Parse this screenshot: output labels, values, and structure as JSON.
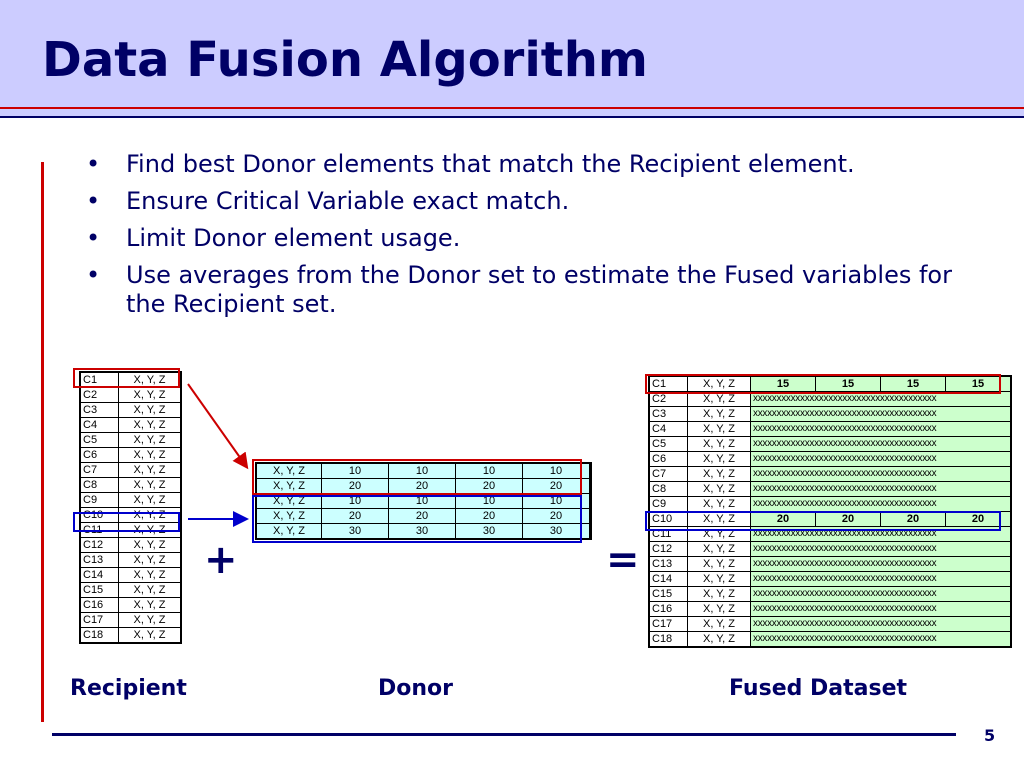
{
  "title": "Data Fusion Algorithm",
  "bullets": [
    "Find best Donor elements that match the Recipient element.",
    "Ensure Critical Variable exact match.",
    "Limit Donor element usage.",
    "Use averages from the Donor set to estimate the Fused variables for the Recipient set."
  ],
  "bullet_glyph": "•",
  "recipient": {
    "rows": [
      [
        "C1",
        "X, Y, Z"
      ],
      [
        "C2",
        "X, Y, Z"
      ],
      [
        "C3",
        "X, Y, Z"
      ],
      [
        "C4",
        "X, Y, Z"
      ],
      [
        "C5",
        "X, Y, Z"
      ],
      [
        "C6",
        "X, Y, Z"
      ],
      [
        "C7",
        "X, Y, Z"
      ],
      [
        "C8",
        "X, Y, Z"
      ],
      [
        "C9",
        "X, Y, Z"
      ],
      [
        "C10",
        "X, Y, Z"
      ],
      [
        "C11",
        "X, Y, Z"
      ],
      [
        "C12",
        "X, Y, Z"
      ],
      [
        "C13",
        "X, Y, Z"
      ],
      [
        "C14",
        "X, Y, Z"
      ],
      [
        "C15",
        "X, Y, Z"
      ],
      [
        "C16",
        "X, Y, Z"
      ],
      [
        "C17",
        "X, Y, Z"
      ],
      [
        "C18",
        "X, Y, Z"
      ]
    ]
  },
  "donor": {
    "rows": [
      [
        "X, Y, Z",
        "10",
        "10",
        "10",
        "10"
      ],
      [
        "X, Y, Z",
        "20",
        "20",
        "20",
        "20"
      ],
      [
        "X, Y, Z",
        "10",
        "10",
        "10",
        "10"
      ],
      [
        "X, Y, Z",
        "20",
        "20",
        "20",
        "20"
      ],
      [
        "X, Y, Z",
        "30",
        "30",
        "30",
        "30"
      ]
    ]
  },
  "fused": {
    "placeholder": "xxxxxxxxxxxxxxxxxxxxxxxxxxxxxxxxxxxxxxx",
    "rows": [
      [
        "C1",
        "X, Y, Z",
        "15",
        "15",
        "15",
        "15"
      ],
      [
        "C2",
        "X, Y, Z"
      ],
      [
        "C3",
        "X, Y, Z"
      ],
      [
        "C4",
        "X, Y, Z"
      ],
      [
        "C5",
        "X, Y, Z"
      ],
      [
        "C6",
        "X, Y, Z"
      ],
      [
        "C7",
        "X, Y, Z"
      ],
      [
        "C8",
        "X, Y, Z"
      ],
      [
        "C9",
        "X, Y, Z"
      ],
      [
        "C10",
        "X, Y, Z",
        "20",
        "20",
        "20",
        "20"
      ],
      [
        "C11",
        "X, Y, Z"
      ],
      [
        "C12",
        "X, Y, Z"
      ],
      [
        "C13",
        "X, Y, Z"
      ],
      [
        "C14",
        "X, Y, Z"
      ],
      [
        "C15",
        "X, Y, Z"
      ],
      [
        "C16",
        "X, Y, Z"
      ],
      [
        "C17",
        "X, Y, Z"
      ],
      [
        "C18",
        "X, Y, Z"
      ]
    ]
  },
  "operators": {
    "plus": "+",
    "equals": "="
  },
  "captions": {
    "recipient": "Recipient",
    "donor": "Donor",
    "fused": "Fused Dataset"
  },
  "page_number": "5",
  "colors": {
    "header_bg": "#ccccff",
    "title_text": "#000066",
    "accent_red": "#cc0000",
    "accent_blue": "#0000cc",
    "cell_green": "#ccffcc",
    "cell_cyan": "#ccffff"
  }
}
